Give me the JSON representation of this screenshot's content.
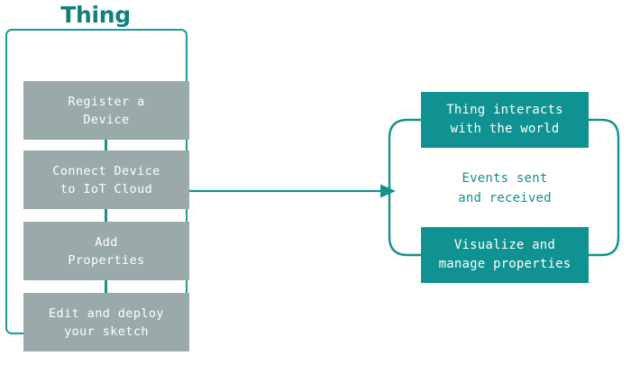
{
  "diagram": {
    "title": "Thing",
    "colors": {
      "teal": "#0f9291",
      "teal_border": "#1a9a99",
      "teal_title": "#10807f",
      "gray_step": "#9aa9aa",
      "white": "#ffffff",
      "background": "#ffffff"
    },
    "left_panel": {
      "title": "Thing",
      "steps": [
        {
          "label": "Register a\nDevice"
        },
        {
          "label": "Connect Device\nto IoT Cloud"
        },
        {
          "label": "Add\nProperties"
        },
        {
          "label": "Edit and deploy\nyour sketch"
        }
      ]
    },
    "flow_arrow": {
      "direction": "right",
      "from": "thing-container",
      "to": "cycle-group"
    },
    "right_cycle": {
      "top_box": "Thing interacts\nwith the world",
      "middle_label": "Events sent\nand received",
      "bottom_box": "Visualize and\nmanage properties",
      "arrows": [
        {
          "name": "left-arc",
          "direction": "up",
          "points_to": "top_box"
        },
        {
          "name": "right-arc",
          "direction": "down",
          "points_to": "bottom_box"
        }
      ]
    }
  }
}
